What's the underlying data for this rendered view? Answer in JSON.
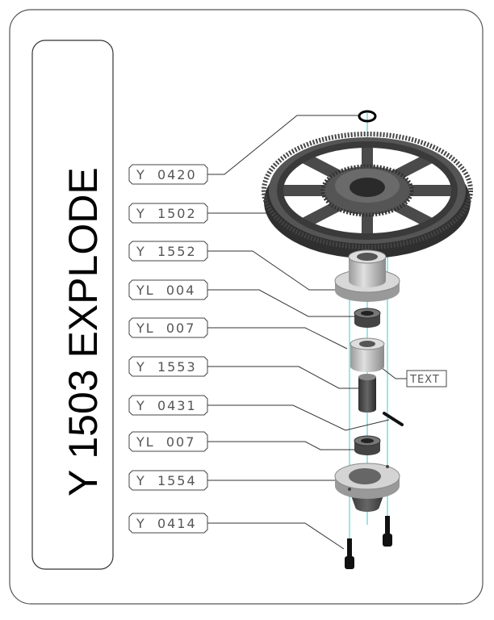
{
  "title": "Y 1503 EXPLODE",
  "callouts": [
    {
      "label": "Y  0420",
      "part": "ring"
    },
    {
      "label": "Y  1502",
      "part": "main-gear"
    },
    {
      "label": "Y  1552",
      "part": "hub"
    },
    {
      "label": "YL  004",
      "part": "bearing"
    },
    {
      "label": "YL  007",
      "part": "spacer"
    },
    {
      "label": "Y  1553",
      "part": "shaft-tube"
    },
    {
      "label": "Y  0431",
      "part": "pin"
    },
    {
      "label": "YL  007",
      "part": "bearing-lower"
    },
    {
      "label": "Y  1554",
      "part": "base-flange"
    },
    {
      "label": "Y  0414",
      "part": "screw"
    }
  ],
  "text_tag": "TEXT",
  "colors": {
    "axis": "#3cc8d0",
    "gear": "#4a4a4a",
    "metal": "#c8c8c8"
  }
}
